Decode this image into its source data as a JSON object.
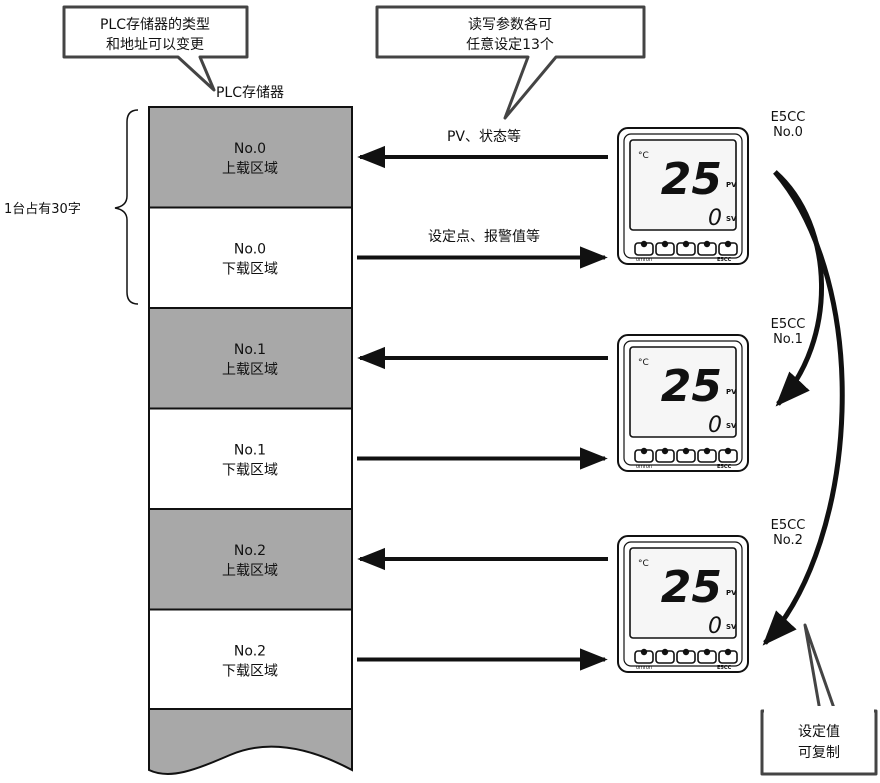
{
  "callouts": {
    "plc_type": [
      "PLC存储器的类型",
      "和地址可以变更"
    ],
    "rw_params": [
      "读写参数各可",
      "任意设定13个"
    ],
    "copy": [
      "设定值",
      "可复制"
    ]
  },
  "memory": {
    "title": "PLC存储器",
    "span_label": "1台占有30字",
    "blocks": [
      {
        "no": "No.0",
        "area": "上载区域",
        "kind": "upload"
      },
      {
        "no": "No.0",
        "area": "下载区域",
        "kind": "download"
      },
      {
        "no": "No.1",
        "area": "上载区域",
        "kind": "upload"
      },
      {
        "no": "No.1",
        "area": "下载区域",
        "kind": "download"
      },
      {
        "no": "No.2",
        "area": "上载区域",
        "kind": "upload"
      },
      {
        "no": "No.2",
        "area": "下载区域",
        "kind": "download"
      }
    ]
  },
  "arrows": {
    "upload_label": "PV、状态等",
    "download_label": "设定点、报警值等"
  },
  "controllers": [
    {
      "model": "E5CC",
      "no": "No.0"
    },
    {
      "model": "E5CC",
      "no": "No.1"
    },
    {
      "model": "E5CC",
      "no": "No.2"
    }
  ],
  "display": {
    "unit": "°C",
    "pv_value": "25",
    "sv_value": "0",
    "pv_tag": "PV",
    "sv_tag": "SV",
    "brand": "omron",
    "model_plate": "E5CC"
  },
  "colors": {
    "upload_fill": "#a8a8a8",
    "download_fill": "#ffffff",
    "stroke": "#111111"
  }
}
